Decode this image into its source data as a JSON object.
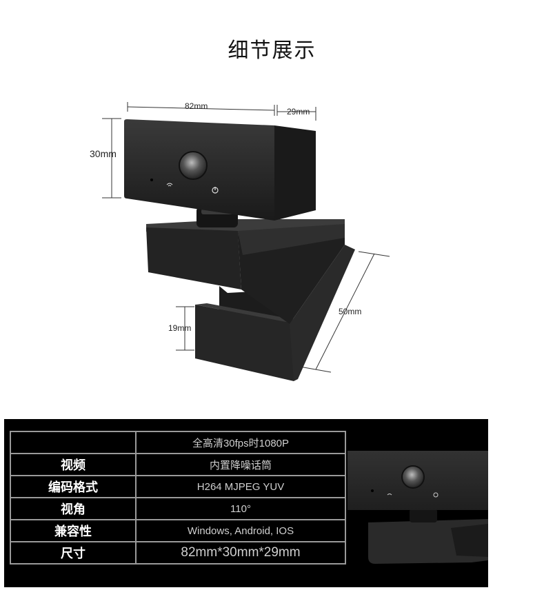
{
  "title": "细节展示",
  "dimensions": {
    "width": "82mm",
    "depth": "29mm",
    "height": "30mm",
    "clip_height": "19mm",
    "clip_length": "50mm"
  },
  "specs": [
    {
      "key": "",
      "value": "全高清30fps时1080P"
    },
    {
      "key": "视频",
      "value": "内置降噪话筒"
    },
    {
      "key": "编码格式",
      "value": "H264 MJPEG YUV"
    },
    {
      "key": "视角",
      "value": "110°"
    },
    {
      "key": "兼容性",
      "value": "Windows, Android, IOS"
    },
    {
      "key": "尺寸",
      "value": "82mm*30mm*29mm"
    }
  ],
  "colors": {
    "panel_background": "#000000",
    "table_border": "#9a9a9a",
    "camera_body": "#1e1e1e"
  }
}
